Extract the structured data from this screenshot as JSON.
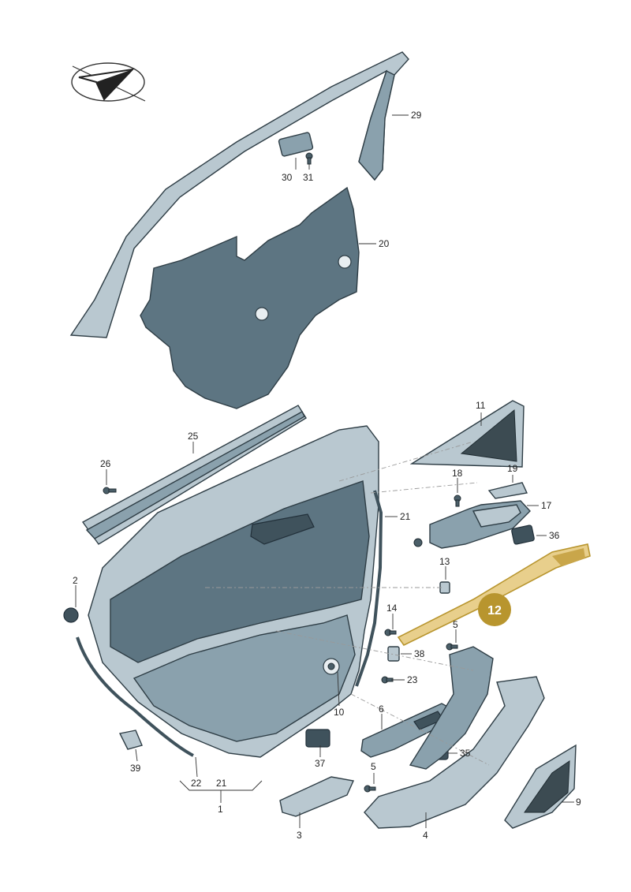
{
  "badge": {
    "number": "12",
    "color": "#b8952e"
  },
  "colors": {
    "part": "#5d7582",
    "part_light": "#8aa1ad",
    "highlight": "#d8b45a"
  },
  "callouts": [
    {
      "id": "29",
      "label": "29"
    },
    {
      "id": "30",
      "label": "30"
    },
    {
      "id": "31",
      "label": "31"
    },
    {
      "id": "20",
      "label": "20"
    },
    {
      "id": "11",
      "label": "11"
    },
    {
      "id": "25",
      "label": "25"
    },
    {
      "id": "26",
      "label": "26"
    },
    {
      "id": "18",
      "label": "18"
    },
    {
      "id": "19",
      "label": "19"
    },
    {
      "id": "17",
      "label": "17"
    },
    {
      "id": "21a",
      "label": "21"
    },
    {
      "id": "36",
      "label": "36"
    },
    {
      "id": "13",
      "label": "13"
    },
    {
      "id": "2",
      "label": "2"
    },
    {
      "id": "14",
      "label": "14"
    },
    {
      "id": "5a",
      "label": "5"
    },
    {
      "id": "38",
      "label": "38"
    },
    {
      "id": "23",
      "label": "23"
    },
    {
      "id": "10",
      "label": "10"
    },
    {
      "id": "6",
      "label": "6"
    },
    {
      "id": "35",
      "label": "35"
    },
    {
      "id": "37",
      "label": "37"
    },
    {
      "id": "5b",
      "label": "5"
    },
    {
      "id": "39",
      "label": "39"
    },
    {
      "id": "22",
      "label": "22"
    },
    {
      "id": "21b",
      "label": "21"
    },
    {
      "id": "1",
      "label": "1"
    },
    {
      "id": "3",
      "label": "3"
    },
    {
      "id": "4",
      "label": "4"
    },
    {
      "id": "9",
      "label": "9"
    }
  ]
}
